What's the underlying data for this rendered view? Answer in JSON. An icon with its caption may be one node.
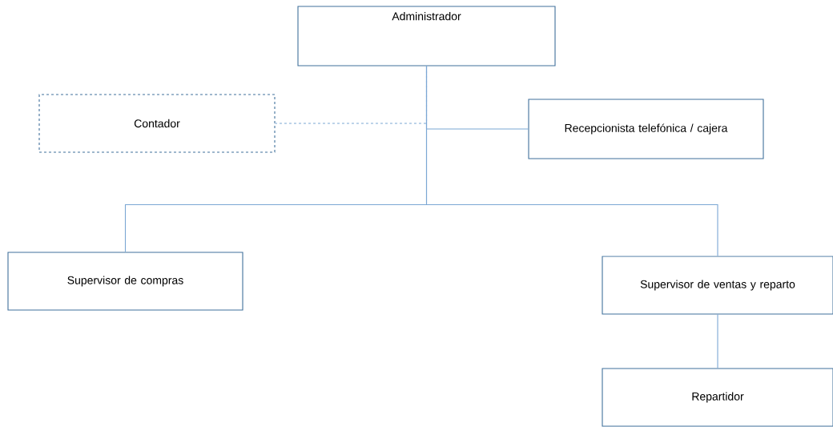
{
  "diagram": {
    "nodes": [
      {
        "text": [
          "Administrador"
        ]
      },
      {
        "text": [
          "Contador"
        ]
      },
      {
        "text": [
          "Recepcionista telefónica / cajera"
        ]
      },
      {
        "text": [
          "Supervisor de compras"
        ]
      },
      {
        "text": [
          "Supervisor de ventas y reparto"
        ]
      },
      {
        "text": [
          "Repartidor"
        ]
      }
    ],
    "edges": [
      {
        "from": 0,
        "to": 1,
        "arrow": "none",
        "style": "dashed"
      },
      {
        "from": 0,
        "to": 2,
        "arrow": "none"
      },
      {
        "from": 0,
        "to": 3,
        "arrow": "none"
      },
      {
        "from": 0,
        "to": 4,
        "arrow": "none"
      },
      {
        "from": 4,
        "to": 5,
        "arrow": "none"
      }
    ]
  }
}
